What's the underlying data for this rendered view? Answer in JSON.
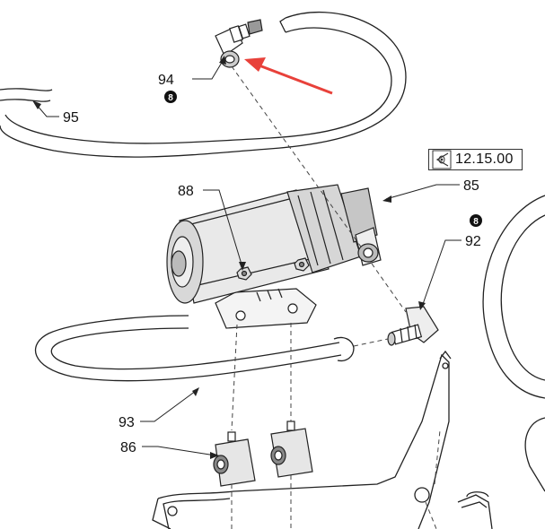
{
  "reference": {
    "label": "12.15.00",
    "icon": "view-eye-icon"
  },
  "callouts": {
    "c94": "94",
    "c95": "95",
    "c85": "85",
    "c88": "88",
    "c92": "92",
    "c93": "93",
    "c86": "86"
  },
  "badges": {
    "b94": "8",
    "b92": "8"
  },
  "colors": {
    "line": "#222222",
    "arrow": "#e8413a",
    "dash": "#444444"
  }
}
